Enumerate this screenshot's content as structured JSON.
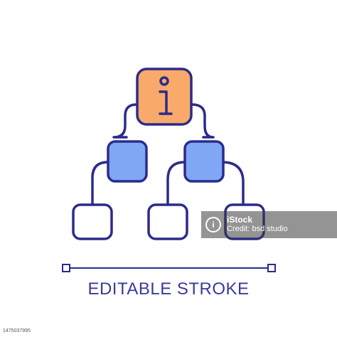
{
  "caption": "EDITABLE STROKE",
  "watermark": {
    "line1": "iStock",
    "line2": "Credit: bsd studio",
    "logo_name": "istock-logo"
  },
  "image_id": "1475037995",
  "colors": {
    "stroke": "#2b2b8c",
    "top_fill": "#f9a96a",
    "mid_fill": "#7fa7f5",
    "leaf_fill": "#ffffff",
    "caption": "#3a3a9a"
  },
  "icons": {
    "top_node": "info-icon"
  }
}
